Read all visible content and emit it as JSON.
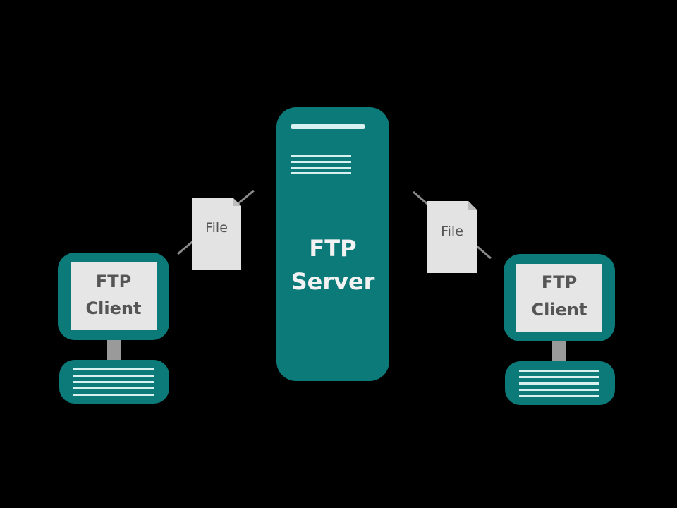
{
  "server": {
    "label_line1": "FTP",
    "label_line2": "Server"
  },
  "clients": [
    {
      "label_line1": "FTP",
      "label_line2": "Client"
    },
    {
      "label_line1": "FTP",
      "label_line2": "Client"
    }
  ],
  "files": [
    {
      "label": "File"
    },
    {
      "label": "File"
    }
  ],
  "colors": {
    "background": "#000000",
    "teal": "#0d7a7a",
    "screen": "#e6e6e6",
    "file_paper": "#e3e3e3",
    "stand": "#9a9a9a",
    "stripe": "#d9f0f0"
  }
}
